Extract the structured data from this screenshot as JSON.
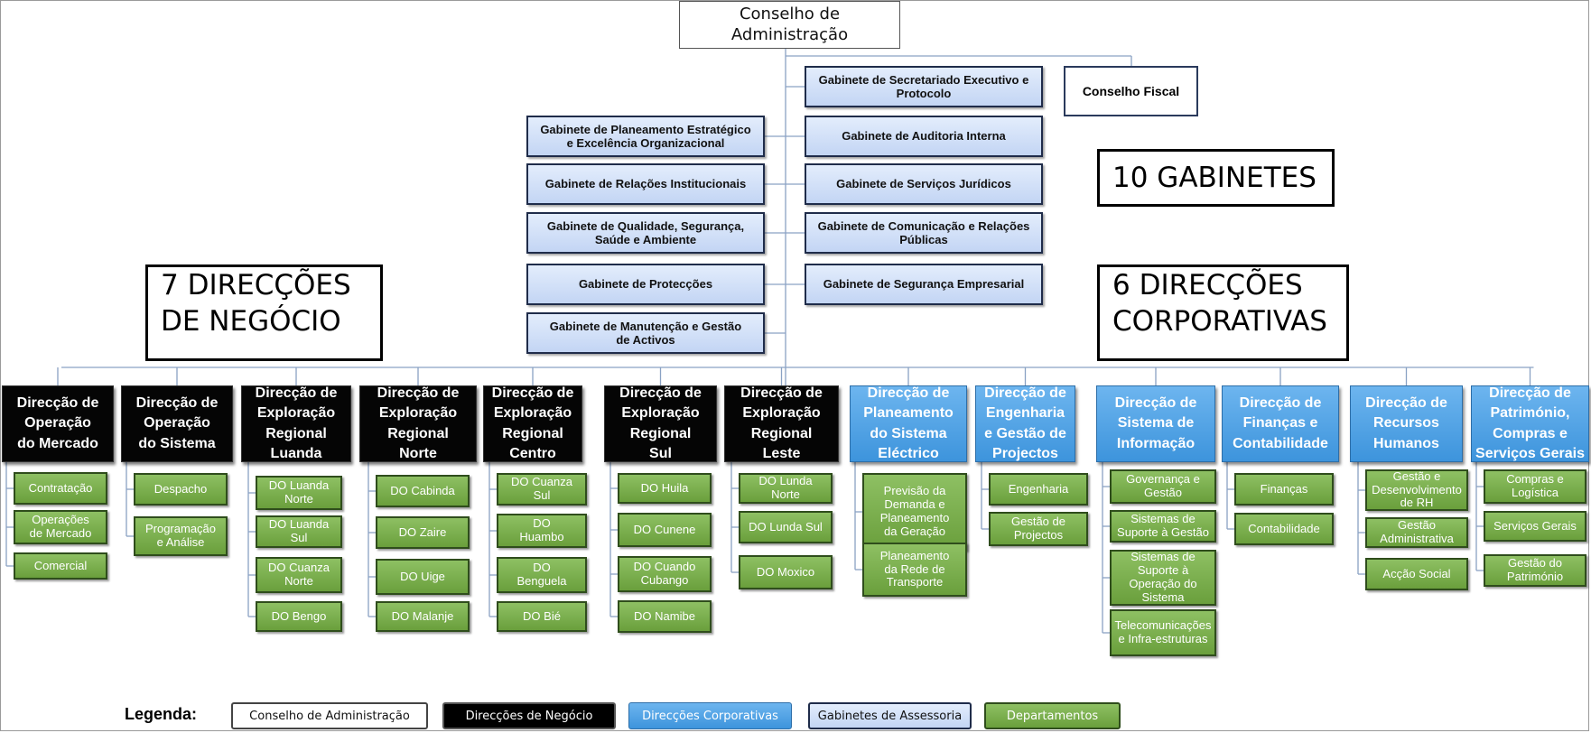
{
  "board": {
    "line1": "Conselho de",
    "line2": "Administração"
  },
  "fiscal": "Conselho Fiscal",
  "gabinetes_title": "10 GABINETES",
  "negocio_title": {
    "line1": "7 DIRECÇÕES",
    "line2": "DE NEGÓCIO"
  },
  "corporativas_title": {
    "line1": "6 DIRECÇÕES",
    "line2": "CORPORATIVAS"
  },
  "gab_right": [
    [
      "Gabinete de Secretariado  Executivo e",
      "Protocolo"
    ],
    [
      "Gabinete de Auditoria  Interna"
    ],
    [
      "Gabinete de Serviços Jurídicos"
    ],
    [
      "Gabinete de Comunicação e Relações",
      "Públicas"
    ],
    [
      "Gabinete de Segurança Empresarial"
    ]
  ],
  "gab_left": [
    [
      "Gabinete de Planeamento Estratégico",
      "e Excelência Organizacional"
    ],
    [
      "Gabinete de Relações Institucionais"
    ],
    [
      "Gabinete de Qualidade, Segurança,",
      "Saúde e Ambiente"
    ],
    [
      "Gabinete de Protecções"
    ],
    [
      "Gabinete de Manutenção  e Gestão",
      "de Activos"
    ]
  ],
  "direccoes": [
    {
      "kind": "negocio",
      "lines": [
        "Direcção de",
        "Operação",
        "do Mercado"
      ],
      "deps": [
        [
          "Contratação"
        ],
        [
          "Operações",
          "de Mercado"
        ],
        [
          "Comercial"
        ]
      ]
    },
    {
      "kind": "negocio",
      "lines": [
        "Direcção de",
        "Operação",
        "do Sistema"
      ],
      "deps": [
        [
          "Despacho"
        ],
        [
          "Programação",
          "e Análise"
        ]
      ]
    },
    {
      "kind": "negocio",
      "lines": [
        "Direcção de",
        "Exploração",
        "Regional",
        "Luanda"
      ],
      "deps": [
        [
          "DO Luanda",
          "Norte"
        ],
        [
          "DO Luanda",
          "Sul"
        ],
        [
          "DO  Cuanza",
          "Norte"
        ],
        [
          "DO Bengo"
        ]
      ]
    },
    {
      "kind": "negocio",
      "lines": [
        "Direcção de",
        "Exploração",
        "Regional",
        "Norte"
      ],
      "deps": [
        [
          "DO  Cabinda"
        ],
        [
          "DO Zaire"
        ],
        [
          "DO Uige"
        ],
        [
          "DO Malanje"
        ]
      ]
    },
    {
      "kind": "negocio",
      "lines": [
        "Direcção de",
        "Exploração",
        "Regional",
        "Centro"
      ],
      "deps": [
        [
          "DO Cuanza",
          "Sul"
        ],
        [
          "DO",
          "Huambo"
        ],
        [
          "DO",
          "Benguela"
        ],
        [
          "DO Bié"
        ]
      ]
    },
    {
      "kind": "negocio",
      "lines": [
        "Direcção de",
        "Exploração",
        "Regional",
        "Sul"
      ],
      "deps": [
        [
          "DO  Huila"
        ],
        [
          "DO  Cunene"
        ],
        [
          "DO  Cuando",
          "Cubango"
        ],
        [
          "DO  Namibe"
        ]
      ]
    },
    {
      "kind": "negocio",
      "lines": [
        "Direcção de",
        "Exploração",
        "Regional",
        "Leste"
      ],
      "deps": [
        [
          "DO  Lunda",
          "Norte"
        ],
        [
          "DO  Lunda Sul"
        ],
        [
          "DO Moxico"
        ]
      ]
    },
    {
      "kind": "corporativa",
      "lines": [
        "Direcção de",
        "Planeamento",
        "do Sistema",
        "Eléctrico"
      ],
      "deps": [
        [
          "Previsão da",
          "Demanda e",
          "Planeamento",
          "da Geração"
        ],
        [
          "Planeamento",
          "da Rede de",
          "Transporte"
        ]
      ]
    },
    {
      "kind": "corporativa",
      "lines": [
        "Direcção de",
        "Engenharia",
        "e Gestão  de",
        "Projectos"
      ],
      "deps": [
        [
          "Engenharia"
        ],
        [
          "Gestão de",
          "Projectos"
        ]
      ]
    },
    {
      "kind": "corporativa",
      "lines": [
        "Direcção de",
        "Sistema de",
        "Informação"
      ],
      "deps": [
        [
          "Governança e",
          "Gestão"
        ],
        [
          "Sistemas de",
          "Suporte à Gestão"
        ],
        [
          "Sistemas de",
          "Suporte à",
          "Operação do",
          "Sistema"
        ],
        [
          "Telecomunicações",
          "e Infra-estruturas"
        ]
      ]
    },
    {
      "kind": "corporativa",
      "lines": [
        "Direcção de",
        "Finanças e",
        "Contabilidade"
      ],
      "deps": [
        [
          "Finanças"
        ],
        [
          "Contabilidade"
        ]
      ]
    },
    {
      "kind": "corporativa",
      "lines": [
        "Direcção de",
        "Recursos",
        "Humanos"
      ],
      "deps": [
        [
          "Gestão e",
          "Desenvolvimento",
          "de RH"
        ],
        [
          "Gestão",
          "Administrativa"
        ],
        [
          "Acção Social"
        ]
      ]
    },
    {
      "kind": "corporativa",
      "lines": [
        "Direcção de",
        "Património,",
        "Compras e",
        "Serviços Gerais"
      ],
      "deps": [
        [
          "Compras e",
          "Logística"
        ],
        [
          "Serviços Gerais"
        ],
        [
          "Gestão do",
          "Património"
        ]
      ]
    }
  ],
  "legend": {
    "title": "Legenda:",
    "items": [
      "Conselho de Administração",
      "Direcções de Negócio",
      "Direcções Corporativas",
      "Gabinetes de Assessoria",
      "Departamentos"
    ]
  },
  "colors": {
    "negocio": "#050505",
    "corporativa": "#4aa0e4",
    "gabinete": "#c9d9f5",
    "departamento": "#79ad48",
    "connector": "#8aa2c4"
  }
}
